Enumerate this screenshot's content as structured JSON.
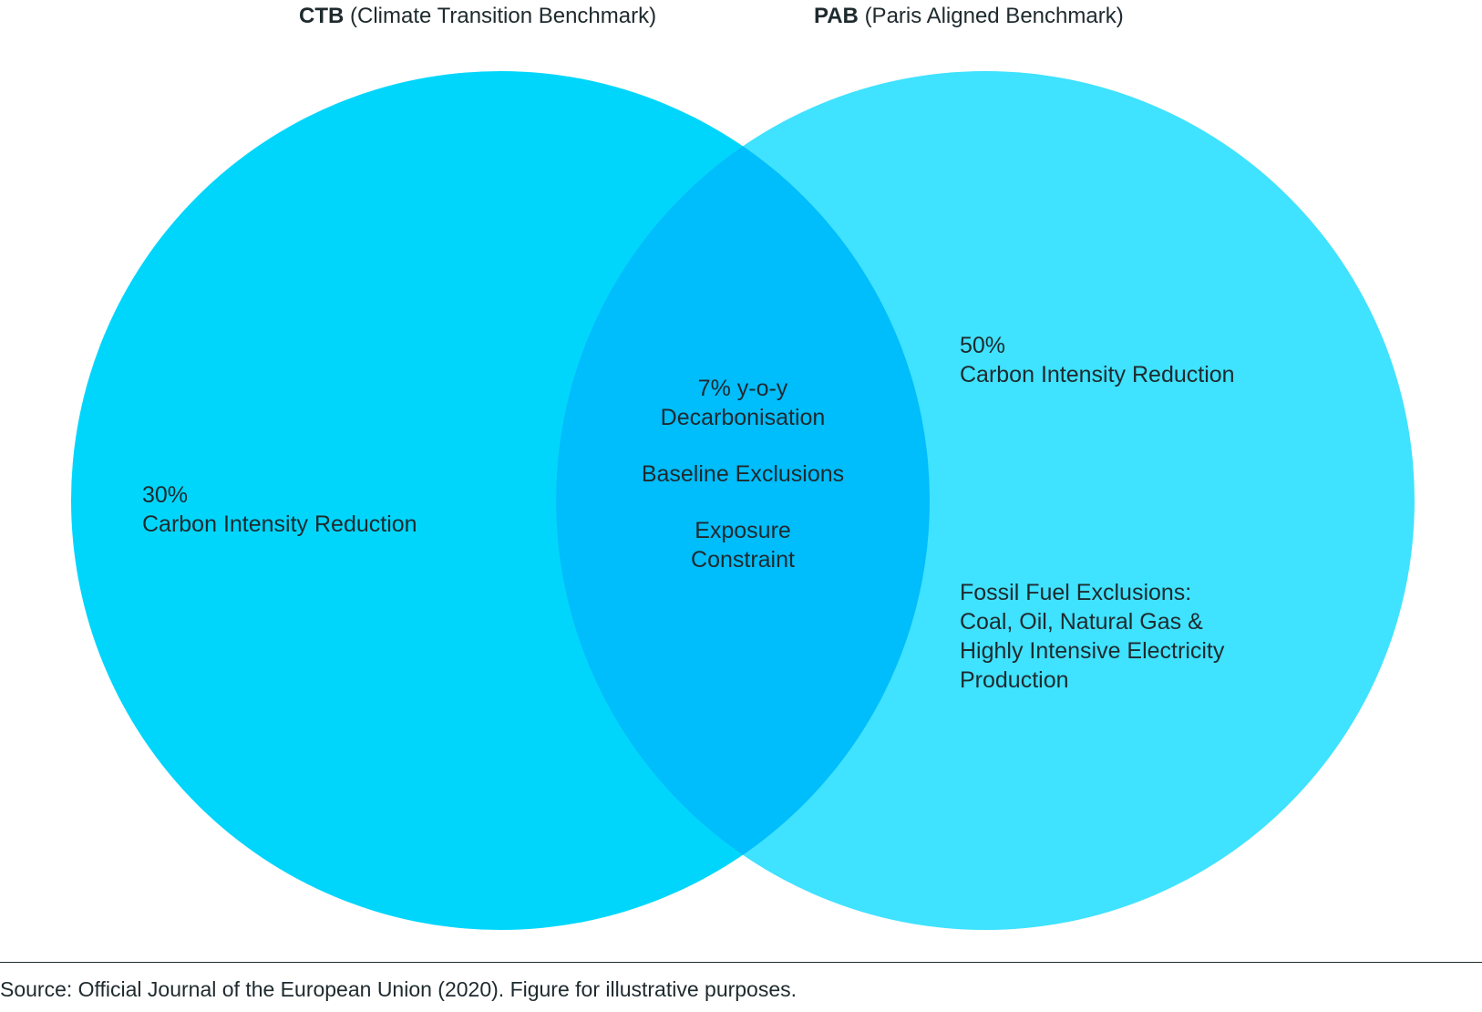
{
  "title_left": {
    "abbr": "CTB",
    "full": "(Climate Transition Benchmark)"
  },
  "title_right": {
    "abbr": "PAB",
    "full": "(Paris Aligned Benchmark)"
  },
  "colors": {
    "left_circle": "#00d6fc",
    "right_circle": "#3fe2ff",
    "overlap": "#00bdfc",
    "text": "#1e2a2e"
  },
  "left_only": {
    "percent": "30%",
    "label": "Carbon Intensity Reduction"
  },
  "right_only": {
    "percent": "50%",
    "label": "Carbon Intensity Reduction",
    "exclusions": [
      "Fossil Fuel Exclusions:",
      "Coal, Oil, Natural Gas &",
      "Highly Intensive Electricity",
      "Production"
    ]
  },
  "shared": {
    "decarb_line1": "7% y-o-y",
    "decarb_line2": "Decarbonisation",
    "baseline": "Baseline Exclusions",
    "exposure_line1": "Exposure",
    "exposure_line2": "Constraint"
  },
  "source": "Source: Official Journal of the European Union (2020). Figure for illustrative purposes."
}
